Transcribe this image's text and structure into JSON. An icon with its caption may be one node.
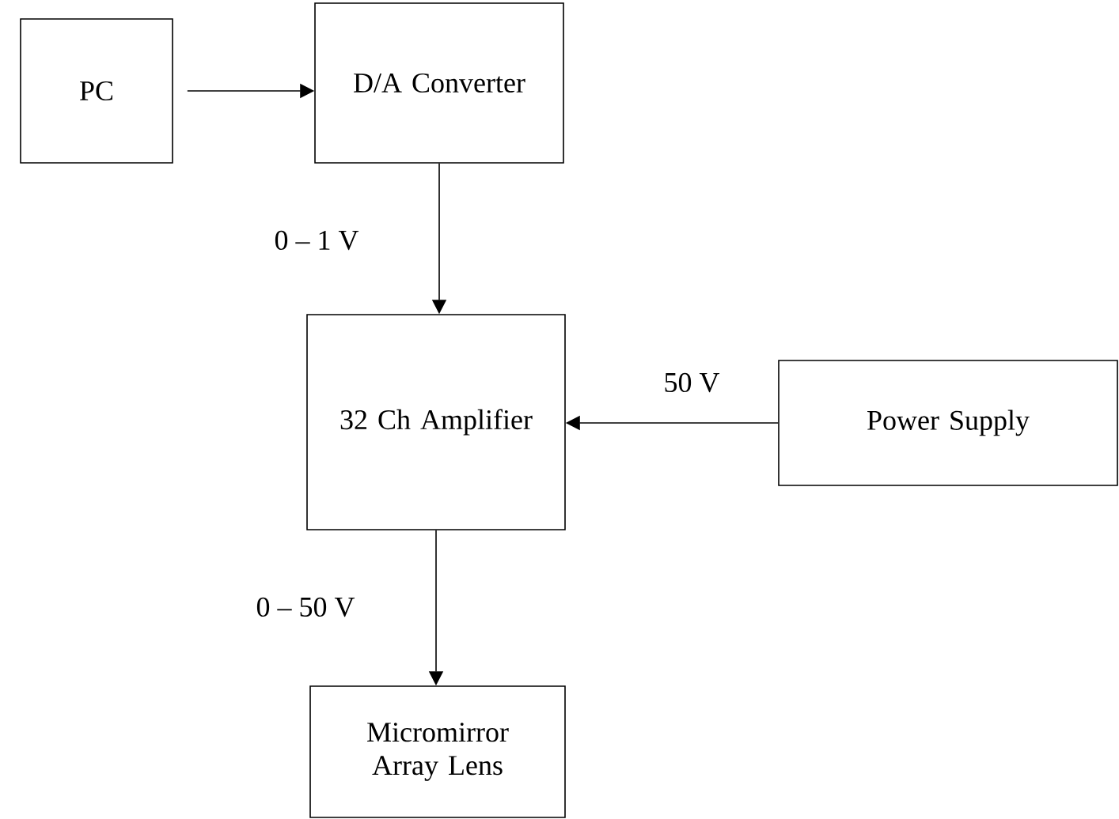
{
  "diagram": {
    "nodes": [
      {
        "text": [
          "PC"
        ]
      },
      {
        "text": [
          "D/A Converter"
        ]
      },
      {
        "text": [
          "32 Ch Amplifier"
        ]
      },
      {
        "text": [
          "Power Supply"
        ]
      },
      {
        "text": [
          "Micromirror Array Lens"
        ]
      }
    ],
    "edges": [
      {
        "from": 0,
        "to": 1,
        "arrow": "to"
      },
      {
        "from": 1,
        "to": 2,
        "arrow": "to",
        "label": "0 – 1 V"
      },
      {
        "from": 3,
        "to": 2,
        "arrow": "to",
        "label": "50 V"
      },
      {
        "from": 2,
        "to": 4,
        "arrow": "to",
        "label": "0 – 50 V"
      }
    ]
  }
}
